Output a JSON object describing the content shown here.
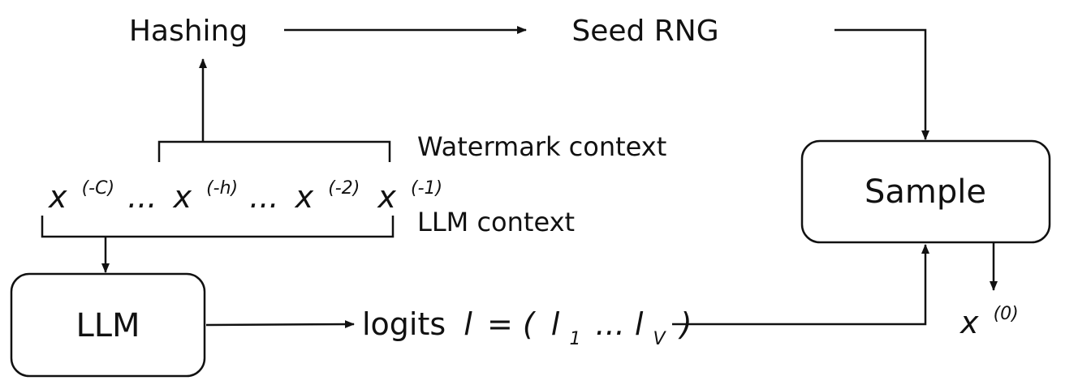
{
  "nodes": {
    "hashing": "Hashing",
    "seed_rng": "Seed RNG",
    "sample": "Sample",
    "llm": "LLM"
  },
  "context": {
    "watermark_label": "Watermark context",
    "llm_label": "LLM context",
    "token_base": "x",
    "tokens": [
      "(-C)",
      "(-h)",
      "(-2)",
      "(-1)"
    ],
    "ellipsis": "..."
  },
  "logits": {
    "prefix": "logits",
    "l": "l",
    "eq": "= (",
    "l1": "l",
    "sub1": "1",
    "dots": "...",
    "lV": "l",
    "subV": "V",
    "close": ")"
  },
  "output": {
    "base": "x",
    "sup": "(0)"
  },
  "colors": {
    "stroke": "#111111"
  }
}
